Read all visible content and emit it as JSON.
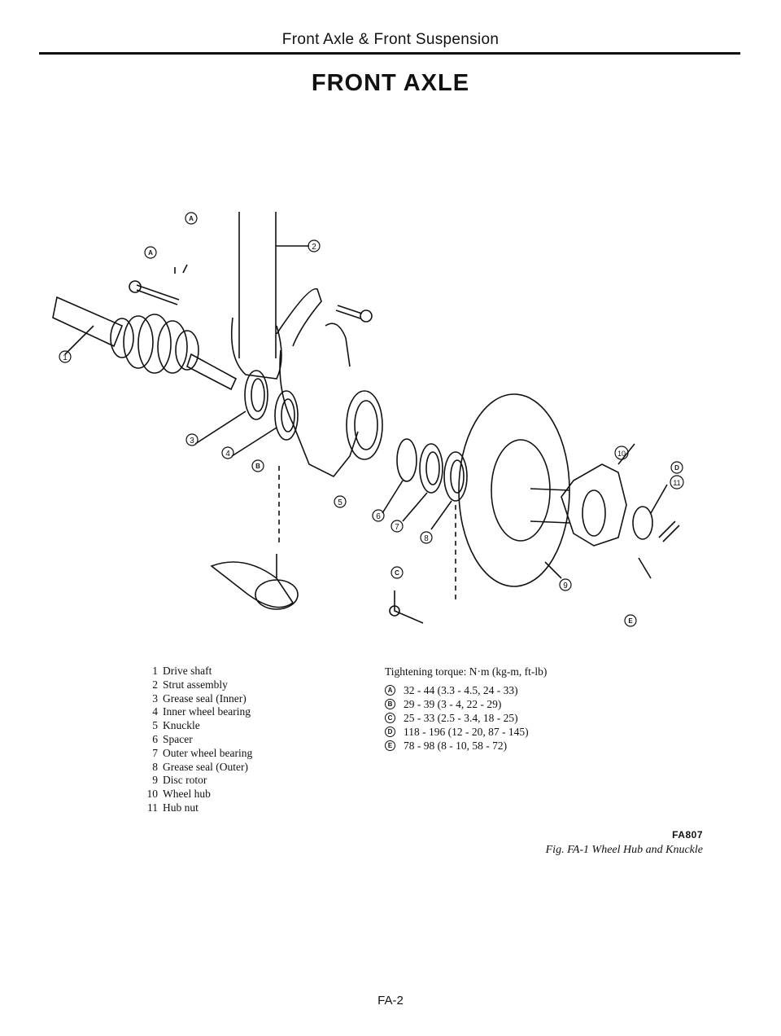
{
  "header": {
    "section": "Front Axle & Front Suspension",
    "title": "FRONT AXLE"
  },
  "diagram": {
    "callouts": [
      "1",
      "2",
      "3",
      "4",
      "5",
      "6",
      "7",
      "8",
      "9",
      "10",
      "11"
    ],
    "torque_letters": [
      "A",
      "A",
      "B",
      "C",
      "D",
      "E"
    ]
  },
  "parts": [
    {
      "num": "1",
      "name": "Drive shaft"
    },
    {
      "num": "2",
      "name": "Strut assembly"
    },
    {
      "num": "3",
      "name": "Grease seal (Inner)"
    },
    {
      "num": "4",
      "name": "Inner wheel bearing"
    },
    {
      "num": "5",
      "name": "Knuckle"
    },
    {
      "num": "6",
      "name": "Spacer"
    },
    {
      "num": "7",
      "name": "Outer wheel bearing"
    },
    {
      "num": "8",
      "name": "Grease seal (Outer)"
    },
    {
      "num": "9",
      "name": "Disc rotor"
    },
    {
      "num": "10",
      "name": "Wheel hub"
    },
    {
      "num": "11",
      "name": "Hub nut"
    }
  ],
  "torque": {
    "heading": "Tightening torque:  N·m (kg-m, ft-lb)",
    "items": [
      {
        "letter": "A",
        "value": "32 - 44 (3.3 - 4.5, 24 - 33)"
      },
      {
        "letter": "B",
        "value": "29 - 39 (3 - 4, 22 - 29)"
      },
      {
        "letter": "C",
        "value": "25 - 33 (2.5 - 3.4, 18 - 25)"
      },
      {
        "letter": "D",
        "value": "118 - 196 (12 - 20, 87 - 145)"
      },
      {
        "letter": "E",
        "value": "78 - 98 (8 - 10, 58 - 72)"
      }
    ]
  },
  "figure": {
    "code": "FA807",
    "caption": "Fig. FA-1  Wheel Hub and Knuckle"
  },
  "page_number": "FA-2"
}
